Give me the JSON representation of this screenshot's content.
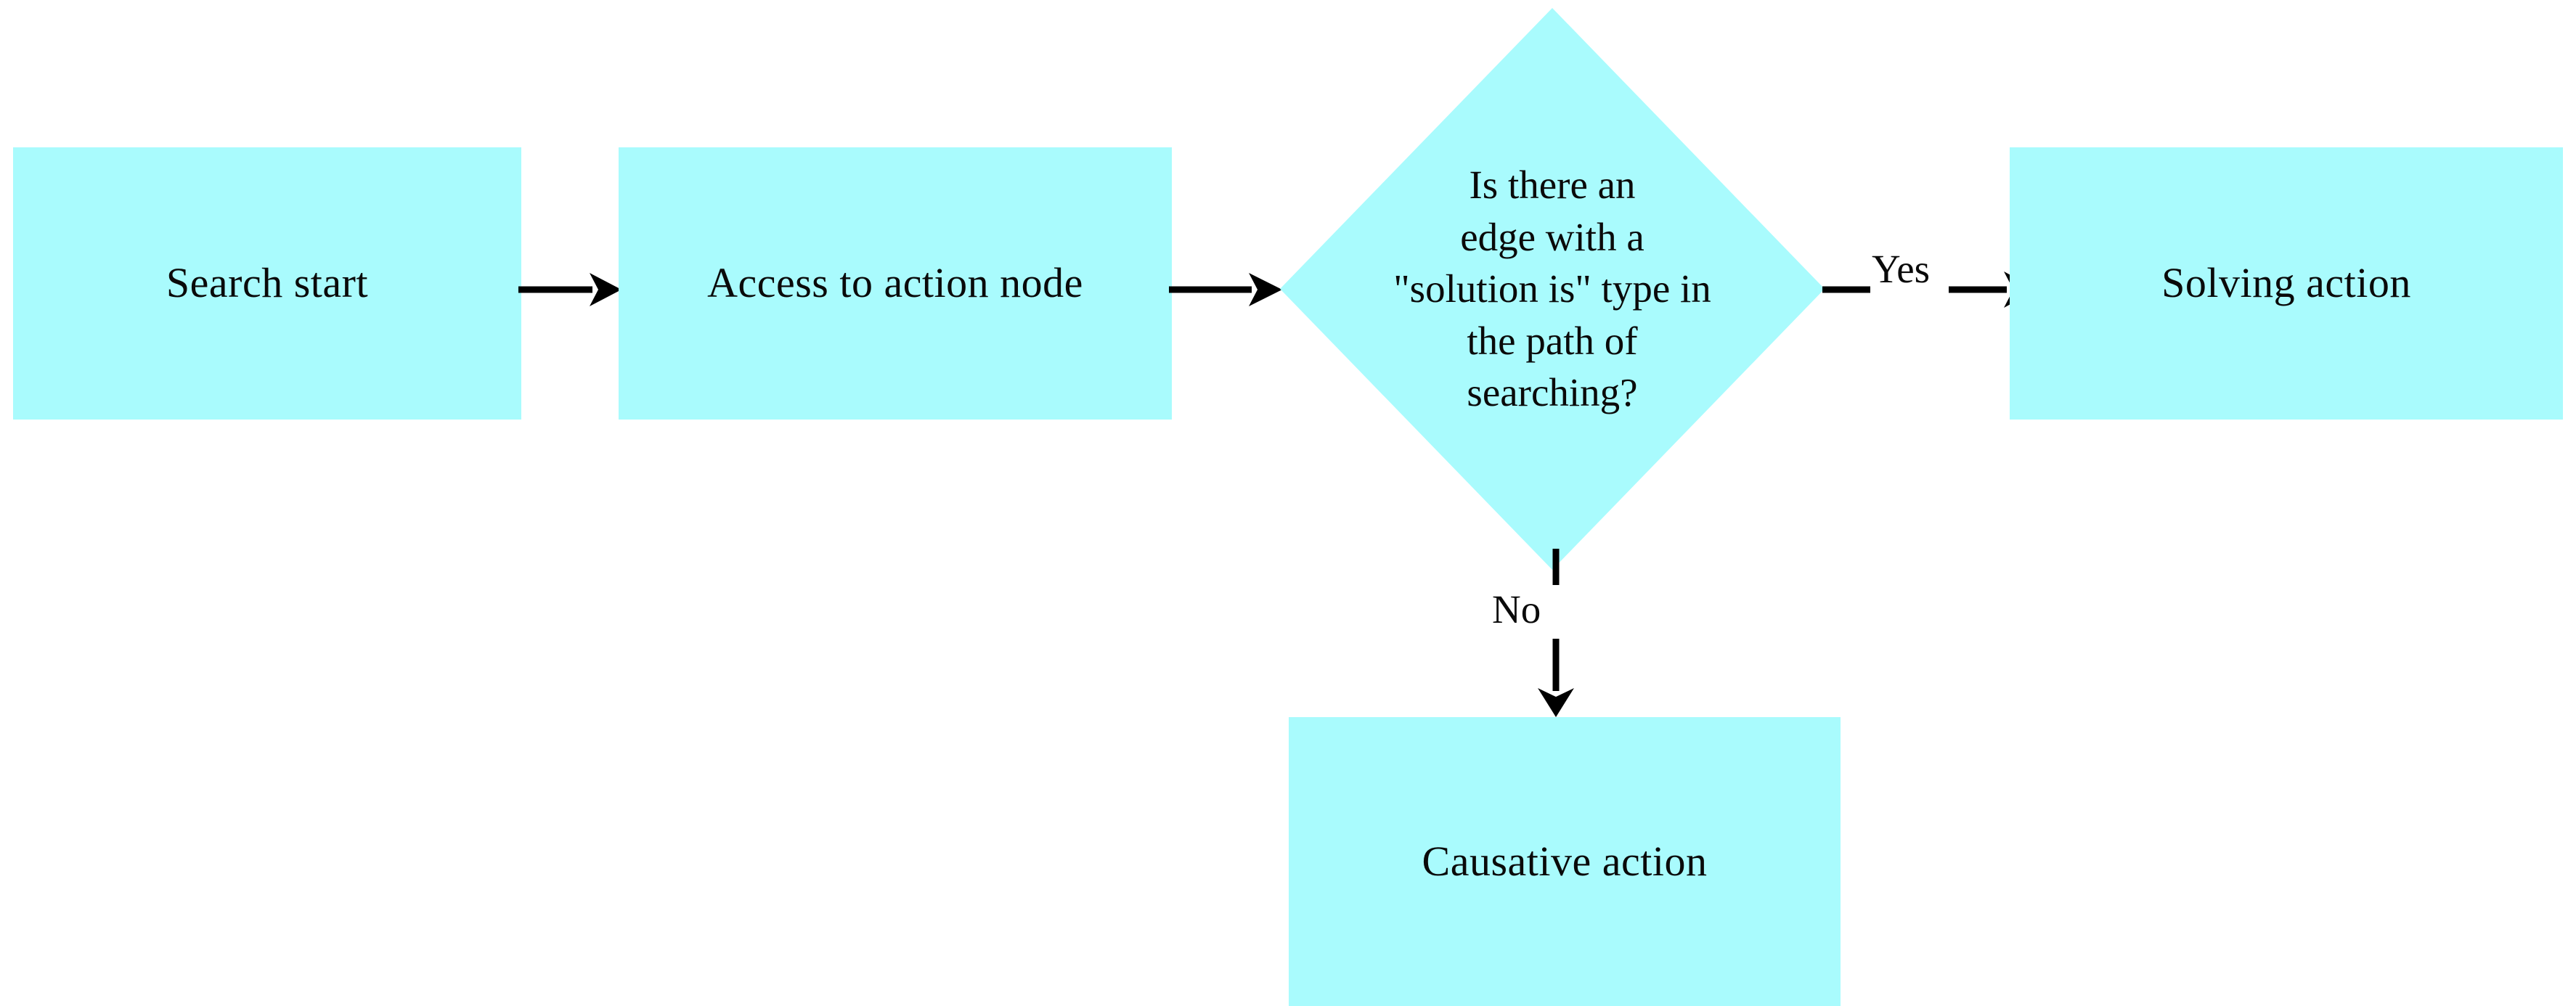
{
  "diagram": {
    "type": "flowchart",
    "orientation": "left-to-right with downward branch",
    "background_color": "#FFFFFF",
    "node_fill_color": "#A9FBFD",
    "line_color": "#000000",
    "text_color": "#0A0A0A"
  },
  "nodes": {
    "search_start": {
      "id": "search-start",
      "shape": "rectangle",
      "label": "Search start"
    },
    "access_action_node": {
      "id": "access-to-action-node",
      "shape": "rectangle",
      "label": "Access to action node"
    },
    "decision": {
      "id": "solution-is-edge-decision",
      "shape": "diamond",
      "label_lines": [
        "Is there an",
        "edge with a",
        "\"solution is\" type in",
        "the path of",
        "searching?"
      ],
      "label_full": "Is there an edge with a \"solution is\" type in the path of searching?"
    },
    "solving_action": {
      "id": "solving-action",
      "shape": "rectangle",
      "label": "Solving action"
    },
    "causative_action": {
      "id": "causative-action",
      "shape": "rectangle",
      "label": "Causative action"
    }
  },
  "edges": [
    {
      "id": "edge-start-to-access",
      "from": "search_start",
      "to": "access_action_node",
      "label": "",
      "direction": "right"
    },
    {
      "id": "edge-access-to-decision",
      "from": "access_action_node",
      "to": "decision",
      "label": "",
      "direction": "right"
    },
    {
      "id": "edge-decision-yes",
      "from": "decision",
      "to": "solving_action",
      "label": "Yes",
      "direction": "right"
    },
    {
      "id": "edge-decision-no",
      "from": "decision",
      "to": "causative_action",
      "label": "No",
      "direction": "down"
    }
  ]
}
